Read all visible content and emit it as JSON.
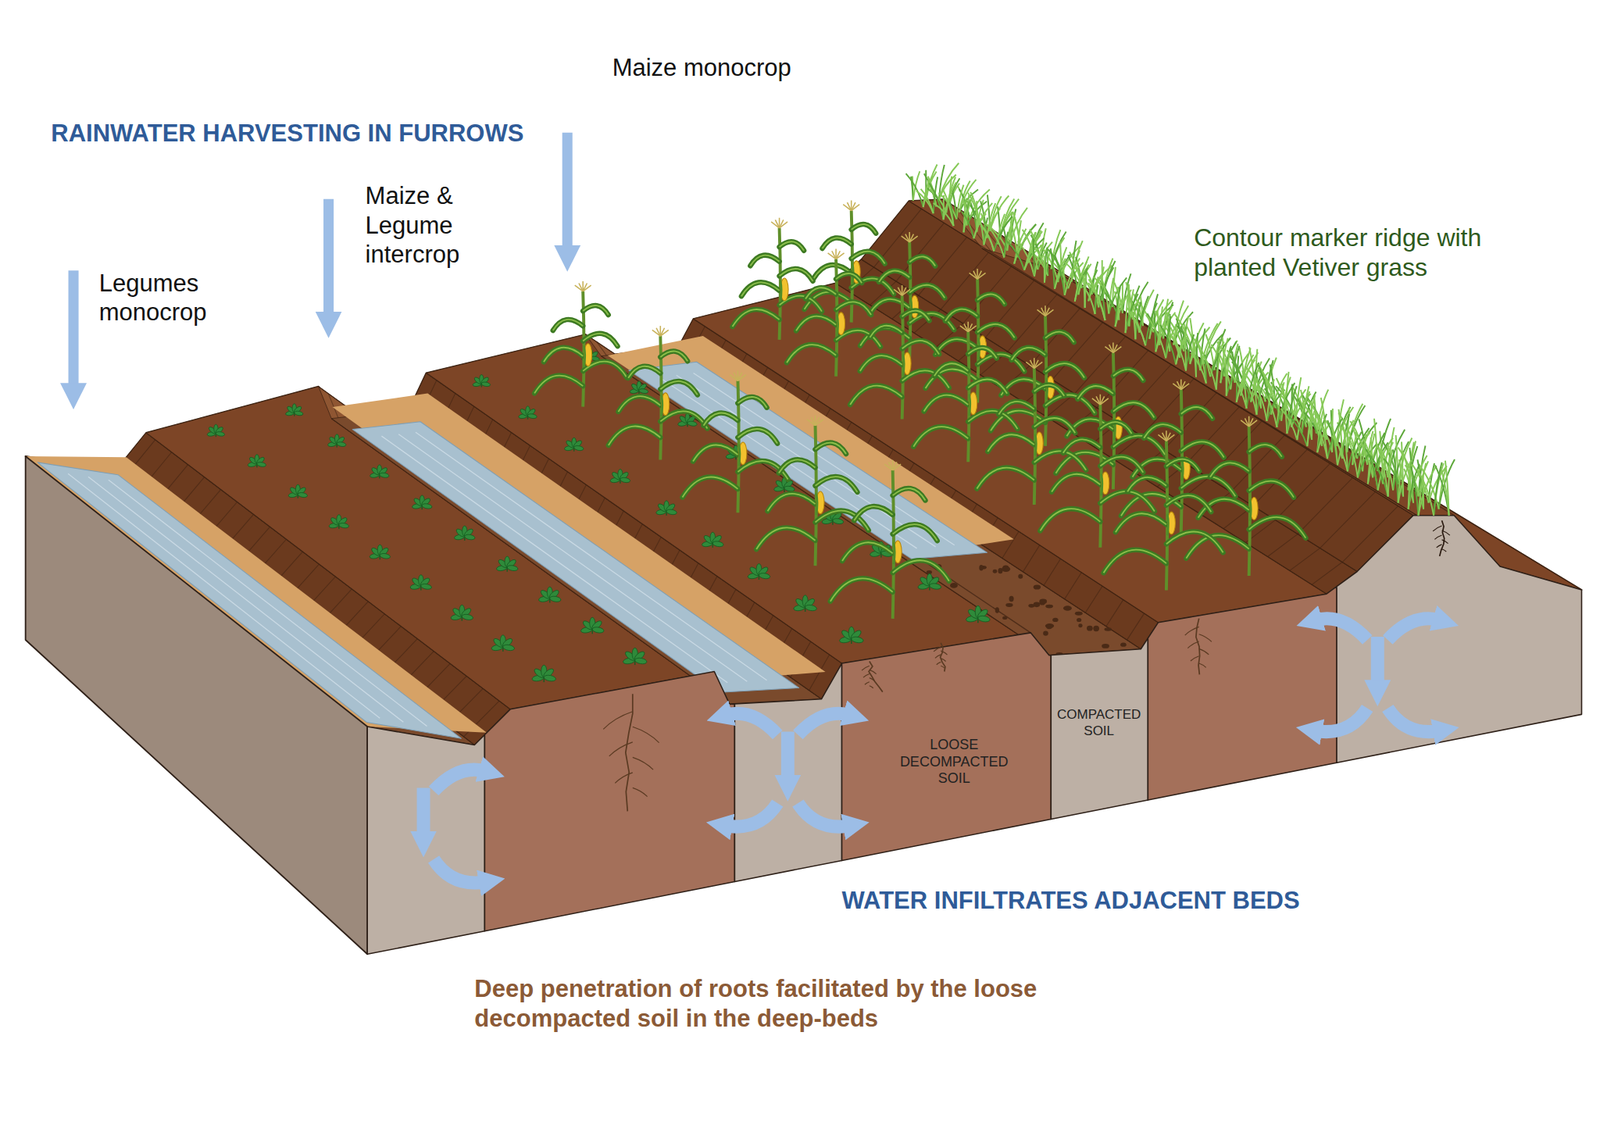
{
  "diagram": {
    "labels": [
      "RAINWATER HARVESTING IN FURROWS",
      "Legumes monocrop",
      "Maize & Legume intercrop",
      "Maize monocrop",
      "Contour marker ridge with planted Vetiver grass",
      "LOOSE DECOMPACTED SOIL",
      "COMPACTED SOIL",
      "WATER INFILTRATES ADJACENT BEDS",
      "Deep penetration of roots facilitated by the loose decompacted soil in the deep-beds"
    ]
  }
}
